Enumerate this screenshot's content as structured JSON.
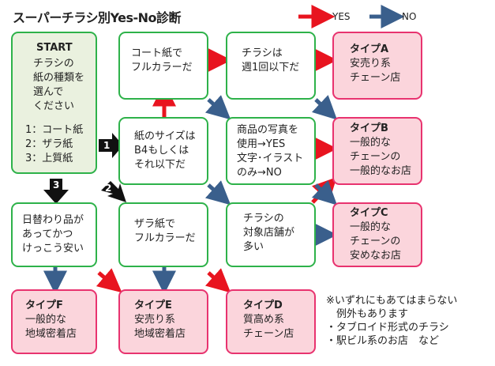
{
  "title": "スーパーチラシ別Yes-No診断",
  "legend": {
    "yes": "YES",
    "no": "NO",
    "yes_color": "#e8141f",
    "no_color": "#3a5f8c"
  },
  "start": {
    "heading": "START",
    "lines": [
      "チラシの",
      "紙の種類を",
      "選んで",
      "ください"
    ],
    "options": [
      "1：コート紙",
      "2：ザラ紙",
      "3：上質紙"
    ]
  },
  "questions": {
    "coated_full_color": [
      "コート紙で",
      "フルカラーだ"
    ],
    "size_b4": [
      "紙のサイズは",
      "B4もしくは",
      "それ以下だ"
    ],
    "weekly_once": [
      "チラシは",
      "週1回以下だ"
    ],
    "product_photo": [
      "商品の写真を",
      "使用→YES",
      "文字･イラスト",
      "のみ→NO"
    ],
    "daily_bargain": [
      "日替わり品が",
      "あってかつ",
      "けっこう安い"
    ],
    "rough_full_color": [
      "ザラ紙で",
      "フルカラーだ"
    ],
    "target_stores": [
      "チラシの",
      "対象店舗が",
      "多い"
    ]
  },
  "types": {
    "A": {
      "name": "タイプA",
      "desc": [
        "安売り系",
        "チェーン店"
      ]
    },
    "B": {
      "name": "タイプB",
      "desc": [
        "一般的な",
        "チェーンの",
        "一般的なお店"
      ]
    },
    "C": {
      "name": "タイプC",
      "desc": [
        "一般的な",
        "チェーンの",
        "安めなお店"
      ]
    },
    "D": {
      "name": "タイプD",
      "desc": [
        "質高め系",
        "チェーン店"
      ]
    },
    "E": {
      "name": "タイプE",
      "desc": [
        "安売り系",
        "地域密着店"
      ]
    },
    "F": {
      "name": "タイプF",
      "desc": [
        "一般的な",
        "地域密着店"
      ]
    }
  },
  "badges": {
    "one": "1",
    "two": "2",
    "three": "3"
  },
  "note": [
    "※いずれにもあてはまらない",
    "　例外もあります",
    "・タブロイド形式のチラシ",
    "・駅ビル系のお店　など"
  ]
}
